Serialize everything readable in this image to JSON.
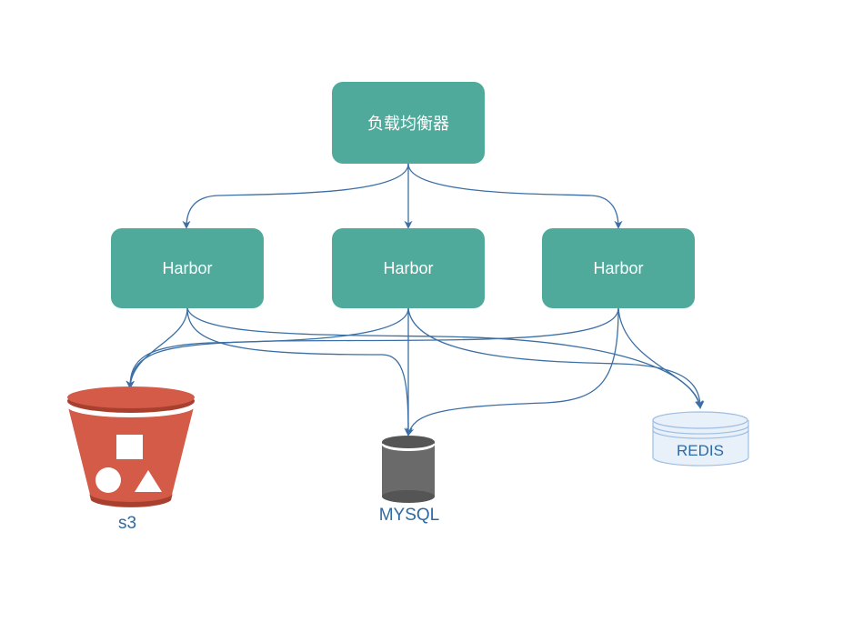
{
  "nodes": {
    "load_balancer": {
      "label": "负载均衡器"
    },
    "harbors": [
      {
        "label": "Harbor"
      },
      {
        "label": "Harbor"
      },
      {
        "label": "Harbor"
      }
    ],
    "storage": {
      "s3": {
        "label": "s3"
      },
      "mysql": {
        "label": "MYSQL"
      },
      "redis": {
        "label": "REDIS"
      }
    }
  },
  "edges": [
    {
      "from": "load_balancer",
      "to": "harbor-1"
    },
    {
      "from": "load_balancer",
      "to": "harbor-2"
    },
    {
      "from": "load_balancer",
      "to": "harbor-3"
    },
    {
      "from": "harbor-1",
      "to": "s3"
    },
    {
      "from": "harbor-1",
      "to": "mysql"
    },
    {
      "from": "harbor-1",
      "to": "redis"
    },
    {
      "from": "harbor-2",
      "to": "s3"
    },
    {
      "from": "harbor-2",
      "to": "mysql"
    },
    {
      "from": "harbor-2",
      "to": "redis"
    },
    {
      "from": "harbor-3",
      "to": "s3"
    },
    {
      "from": "harbor-3",
      "to": "mysql"
    },
    {
      "from": "harbor-3",
      "to": "redis"
    }
  ],
  "colors": {
    "node_fill": "#4faa9b",
    "edge": "#3b6fa5",
    "s3": "#d45b48",
    "mysql": "#6a6a6a",
    "redis_fill": "#e8f0fa",
    "redis_stroke": "#9dbde3",
    "label": "#2f6aa1"
  }
}
